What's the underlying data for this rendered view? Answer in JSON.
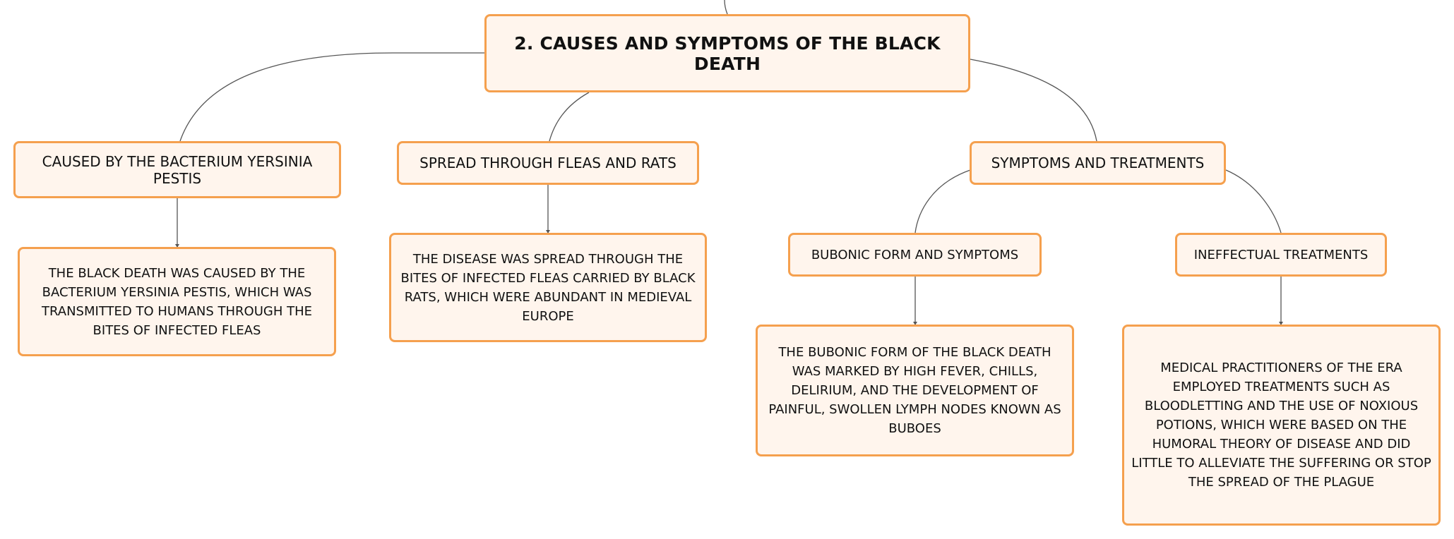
{
  "colors": {
    "node_fill": "#fff5ed",
    "node_border": "#f5a04e",
    "connector": "#555555",
    "text": "#111111"
  },
  "root": {
    "label": "2. CAUSES AND SYMPTOMS OF THE BLACK DEATH"
  },
  "topics": {
    "caused": "CAUSED BY THE BACTERIUM YERSINIA PESTIS",
    "spread": "SPREAD THROUGH FLEAS AND RATS",
    "symptoms": "SYMPTOMS AND TREATMENTS",
    "bubonic": "BUBONIC FORM AND SYMPTOMS",
    "ineffectual": "INEFFECTUAL TREATMENTS"
  },
  "details": {
    "caused": "THE BLACK DEATH WAS CAUSED BY THE BACTERIUM YERSINIA PESTIS, WHICH WAS TRANSMITTED TO HUMANS THROUGH THE BITES OF INFECTED FLEAS",
    "spread": "THE DISEASE WAS SPREAD THROUGH THE BITES OF INFECTED FLEAS CARRIED BY BLACK RATS, WHICH WERE ABUNDANT IN MEDIEVAL EUROPE",
    "bubonic": "THE BUBONIC FORM OF THE BLACK DEATH WAS MARKED BY HIGH FEVER, CHILLS, DELIRIUM, AND THE DEVELOPMENT OF PAINFUL, SWOLLEN LYMPH NODES KNOWN AS BUBOES",
    "ineffectual": "MEDICAL PRACTITIONERS OF THE ERA EMPLOYED TREATMENTS SUCH AS BLOODLETTING AND THE USE OF NOXIOUS POTIONS, WHICH WERE BASED ON THE HUMORAL THEORY OF DISEASE AND DID LITTLE TO ALLEVIATE THE SUFFERING OR STOP THE SPREAD OF THE PLAGUE"
  }
}
